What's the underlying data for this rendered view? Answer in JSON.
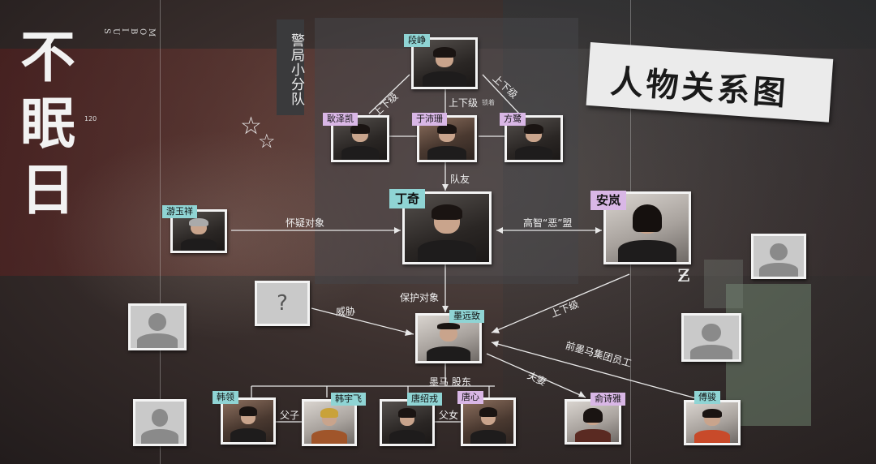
{
  "title": {
    "chars": [
      "不",
      "眠",
      "日"
    ],
    "subtitle_vertical": [
      "M",
      "O",
      "B",
      "I",
      "U",
      "S"
    ],
    "small_number": "120"
  },
  "team_label": "警局小分队",
  "banner": "人物关系图",
  "people": {
    "duan_zheng": "段峥",
    "geng_zekai": "耿泽凯",
    "yu_peishan": "于沛珊",
    "fang_lu": "方鹭",
    "ding_qi": "丁奇",
    "an_lan": "安岚",
    "you_yuxiang": "游玉祥",
    "mo_yuanzhi": "墨远致",
    "han_ling": "韩领",
    "han_yufei": "韩宇飞",
    "tang_shaorong": "唐绍戎",
    "tang_xin": "唐心",
    "yu_shiya": "俞诗雅",
    "fu_jun": "傅骏"
  },
  "relations": {
    "superior_left": "上下级",
    "superior_right": "上下级",
    "superior_center": "上下级",
    "superior_center_tail": "锁着",
    "teammates": "队友",
    "suspect": "怀疑对象",
    "nemesis": "高智“恶”盟",
    "protected": "保护对象",
    "threat": "威胁",
    "superior_mo": "上下级",
    "former_employee": "前墨马集团员工",
    "spouse": "夫妻",
    "shareholder": "墨马 股东",
    "father_son": "父子",
    "father_daughter": "父女"
  },
  "icons": {
    "question_mark": "?"
  }
}
